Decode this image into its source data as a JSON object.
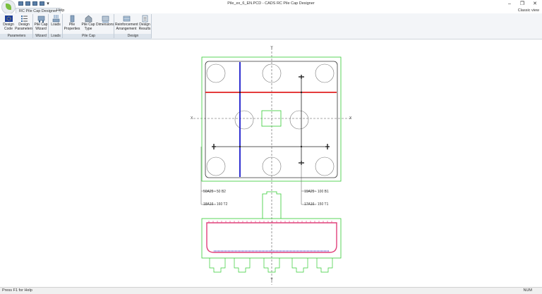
{
  "window": {
    "title": "Pile_ex_6_EN.PCD - CADS RC Pile Cap Designer"
  },
  "tabs": [
    {
      "label": "RC Pile Cap Designer",
      "active": true
    },
    {
      "label": "Help",
      "active": false
    }
  ],
  "classic_view": "Classic view",
  "ribbon": {
    "groups": [
      {
        "label": "Parameters",
        "buttons": [
          {
            "label1": "Design",
            "label2": "Code",
            "icon": "flag-icon"
          },
          {
            "label1": "Design",
            "label2": "Parameters",
            "icon": "list-icon"
          }
        ]
      },
      {
        "label": "Wizard",
        "buttons": [
          {
            "label1": "Pile Cap",
            "label2": "Wizard",
            "icon": "wizard-icon"
          }
        ]
      },
      {
        "label": "Loads",
        "buttons": [
          {
            "label1": "Loads",
            "label2": "",
            "icon": "loads-icon"
          }
        ]
      },
      {
        "label": "Pile Cap",
        "buttons": [
          {
            "label1": "Pile",
            "label2": "Properties",
            "icon": "pile-icon"
          },
          {
            "label1": "Pile Cap",
            "label2": "Type",
            "icon": "cap-type-icon"
          },
          {
            "label1": "Dimensions",
            "label2": "",
            "icon": "dimensions-icon"
          }
        ]
      },
      {
        "label": "Design",
        "buttons": [
          {
            "label1": "Reinforcement",
            "label2": "Arrangement",
            "icon": "reinforcement-icon"
          },
          {
            "label1": "Design",
            "label2": "Results",
            "icon": "results-icon"
          }
        ]
      }
    ]
  },
  "drawing": {
    "axis_y": "Y",
    "axis_x": "X",
    "bar_labels": {
      "bottom_left": "50A25 - 50 B2",
      "top_left": "18A16 - 160 T2",
      "bottom_right": "19A25 - 100 B1",
      "top_right": "17A16 - 150 T1"
    },
    "colors": {
      "outline": "#33cc33",
      "rebar_b1": "#e02020",
      "rebar_b2": "#1a1acc",
      "section_link": "#e0407a",
      "section_bars": "#5a5adc"
    }
  },
  "status": {
    "left": "Press F1 for Help",
    "right": "NUM"
  }
}
